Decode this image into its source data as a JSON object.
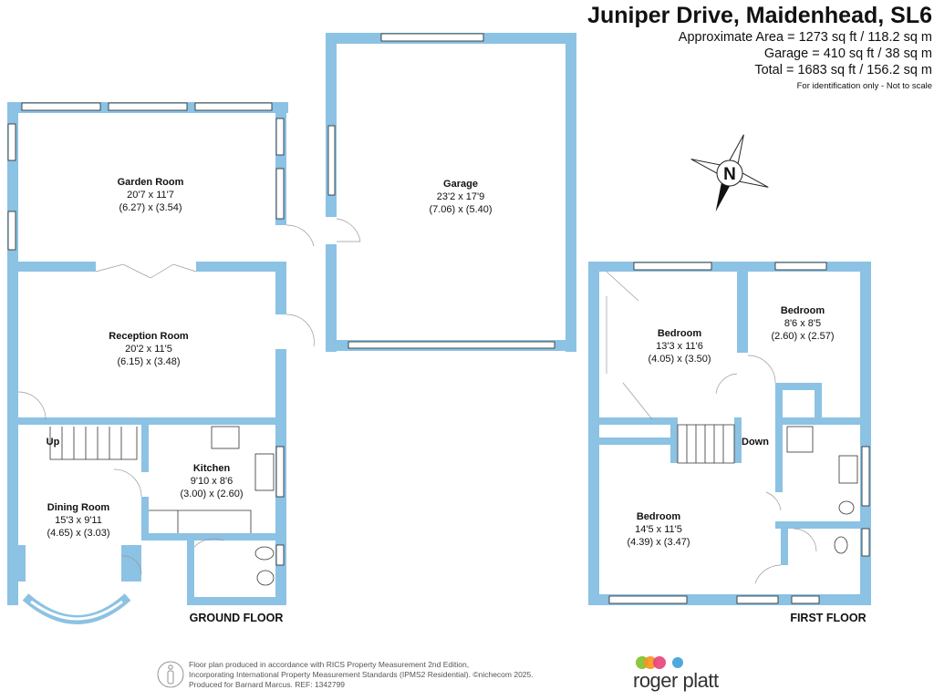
{
  "header": {
    "title": "Juniper Drive, Maidenhead, SL6",
    "areas": [
      "Approximate Area = 1273 sq ft / 118.2 sq m",
      "Garage = 410 sq ft / 38 sq m",
      "Total = 1683 sq ft / 156.2 sq m"
    ],
    "note": "For identification only - Not to scale"
  },
  "compass": {
    "label": "N"
  },
  "ground_floor": {
    "label": "GROUND FLOOR",
    "stairs_label": "Up",
    "rooms": [
      {
        "name": "Garden Room",
        "imperial": "20'7 x 11'7",
        "metric": "(6.27) x (3.54)"
      },
      {
        "name": "Reception Room",
        "imperial": "20'2 x 11'5",
        "metric": "(6.15) x (3.48)"
      },
      {
        "name": "Kitchen",
        "imperial": "9'10 x 8'6",
        "metric": "(3.00) x (2.60)"
      },
      {
        "name": "Dining Room",
        "imperial": "15'3 x 9'11",
        "metric": "(4.65) x (3.03)"
      }
    ]
  },
  "garage": {
    "name": "Garage",
    "imperial": "23'2 x 17'9",
    "metric": "(7.06) x (5.40)"
  },
  "first_floor": {
    "label": "FIRST FLOOR",
    "stairs_label": "Down",
    "rooms": [
      {
        "name": "Bedroom",
        "imperial": "13'3 x 11'6",
        "metric": "(4.05) x (3.50)"
      },
      {
        "name": "Bedroom",
        "imperial": "8'6 x 8'5",
        "metric": "(2.60) x (2.57)"
      },
      {
        "name": "Bedroom",
        "imperial": "14'5 x 11'5",
        "metric": "(4.39) x (3.47)"
      }
    ]
  },
  "footer": {
    "lines": [
      "Floor plan produced in accordance with RICS Property Measurement 2nd Edition,",
      "Incorporating International Property Measurement Standards (IPMS2 Residential).   ©nichecom 2025.",
      "Produced for Barnard Marcus.   REF:  1342799"
    ]
  },
  "logo": {
    "text": "roger platt",
    "dot_colors": [
      "#8dc63f",
      "#f7941d",
      "#e8417a",
      "#4fa9dc"
    ]
  },
  "colors": {
    "wall": "#8cc2e3",
    "text": "#111111"
  }
}
